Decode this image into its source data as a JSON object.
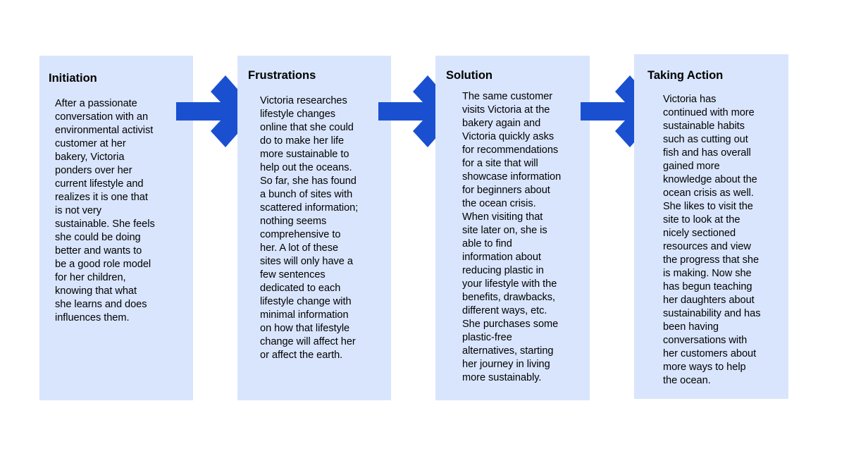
{
  "colors": {
    "box_fill": "#d9e5fc",
    "arrow_fill": "#1a50d0",
    "text": "#000000"
  },
  "stages": [
    {
      "title": "Initiation",
      "body": "After a passionate\nconversation with an\nenvironmental activist\ncustomer at her\nbakery, Victoria\nponders over her\ncurrent lifestyle and\nrealizes it is one that\nis not very\nsustainable. She feels\nshe could be doing\nbetter and wants to\nbe a good role model\nfor her children,\nknowing that what\nshe learns and does\ninfluences them."
    },
    {
      "title": "Frustrations",
      "body": "Victoria researches\nlifestyle changes\nonline that she could\ndo to make her life\nmore sustainable to\nhelp out the oceans.\nSo far, she has found\na bunch of sites with\nscattered information;\nnothing seems\ncomprehensive to\nher. A lot of these\nsites will only have a\nfew sentences\ndedicated to each\nlifestyle change with\nminimal information\non how that lifestyle\nchange will affect her\nor affect the earth."
    },
    {
      "title": "Solution",
      "body": "The same customer\nvisits Victoria at the\nbakery again and\nVictoria quickly asks\nfor recommendations\nfor a site that will\nshowcase information\nfor beginners about\nthe ocean crisis.\nWhen visiting that\nsite later on, she is\nable to find\ninformation about\nreducing plastic in\nyour lifestyle with the\nbenefits, drawbacks,\ndifferent ways, etc.\nShe purchases some\nplastic-free\nalternatives, starting\nher journey in living\nmore sustainably."
    },
    {
      "title": "Taking Action",
      "body": "Victoria has\ncontinued with more\nsustainable habits\nsuch as cutting out\nfish and has overall\ngained more\nknowledge about the\nocean crisis as well.\nShe likes to visit the\nsite to look at the\nnicely sectioned\nresources and view\nthe progress that she\nis making. Now she\nhas begun teaching\nher daughters about\nsustainability and has\nbeen having\nconversations with\nher customers about\nmore ways to help\nthe ocean."
    }
  ],
  "arrows": [
    {
      "icon": "right-chevron-arrow-icon"
    },
    {
      "icon": "right-chevron-arrow-icon"
    },
    {
      "icon": "right-chevron-arrow-icon"
    }
  ]
}
